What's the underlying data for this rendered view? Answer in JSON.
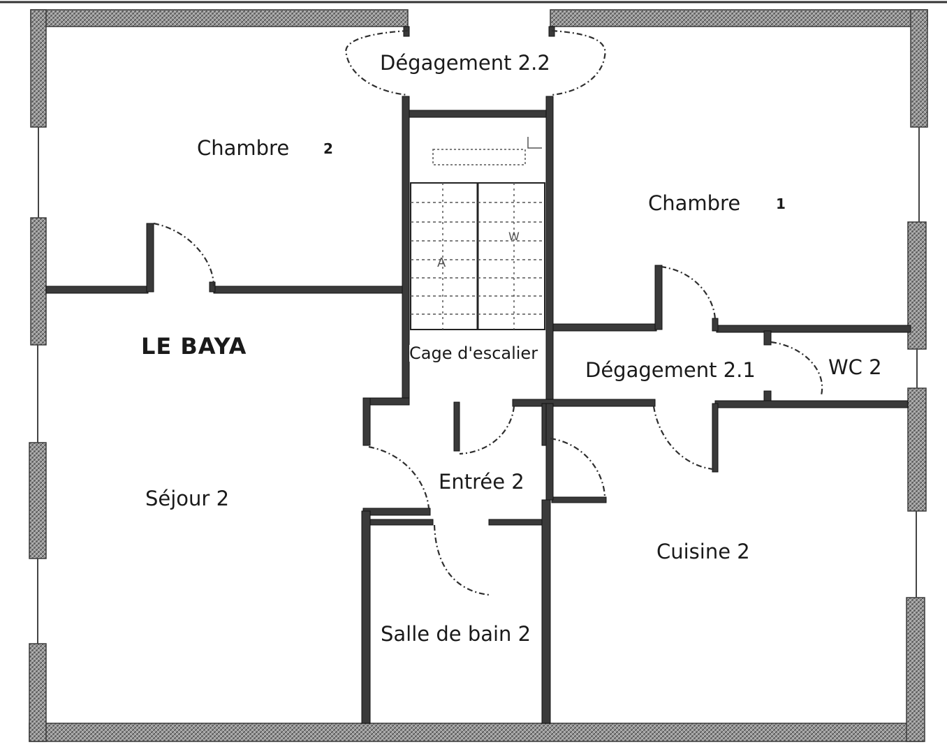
{
  "plan": {
    "title": "LE BAYA",
    "rooms": {
      "chambre2": "Chambre",
      "chambre2_num": "2",
      "chambre1": "Chambre",
      "chambre1_num": "1",
      "degagement22": "Dégagement 2.2",
      "degagement21": "Dégagement 2.1",
      "cage": "Cage d'escalier",
      "wc": "WC 2",
      "entree": "Entrée 2",
      "sejour": "Séjour 2",
      "cuisine": "Cuisine 2",
      "salle_de_bain": "Salle de bain 2"
    },
    "colors": {
      "exterior_wall": "#8a8a8a",
      "interior_wall": "#2b2b2b",
      "door_arc": "#333333"
    }
  }
}
